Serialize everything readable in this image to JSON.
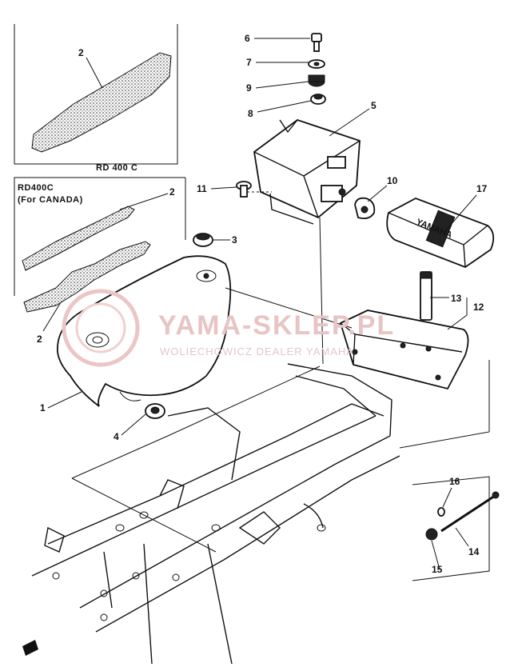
{
  "panels": {
    "rd400c": "RD 400 C",
    "canada_line1": "RD400C",
    "canada_line2": "(For CANADA)"
  },
  "decal_text": "YAMAHA",
  "watermark": {
    "title": "YAMA-SKLEP.PL",
    "subtitle": "WOLIECHOWICZ DEALER YAMAHA"
  },
  "callouts": [
    {
      "id": "c-2a",
      "label": "2"
    },
    {
      "id": "c-2b",
      "label": "2"
    },
    {
      "id": "c-2c",
      "label": "2"
    },
    {
      "id": "c-1",
      "label": "1"
    },
    {
      "id": "c-3",
      "label": "3"
    },
    {
      "id": "c-4",
      "label": "4"
    },
    {
      "id": "c-5",
      "label": "5"
    },
    {
      "id": "c-6",
      "label": "6"
    },
    {
      "id": "c-7",
      "label": "7"
    },
    {
      "id": "c-8",
      "label": "8"
    },
    {
      "id": "c-9",
      "label": "9"
    },
    {
      "id": "c-10",
      "label": "10"
    },
    {
      "id": "c-11",
      "label": "11"
    },
    {
      "id": "c-12",
      "label": "12"
    },
    {
      "id": "c-13",
      "label": "13"
    },
    {
      "id": "c-14",
      "label": "14"
    },
    {
      "id": "c-15",
      "label": "15"
    },
    {
      "id": "c-16",
      "label": "16"
    },
    {
      "id": "c-17",
      "label": "17"
    }
  ],
  "colors": {
    "ink": "#111111",
    "watermark": "#e8c4c4"
  }
}
